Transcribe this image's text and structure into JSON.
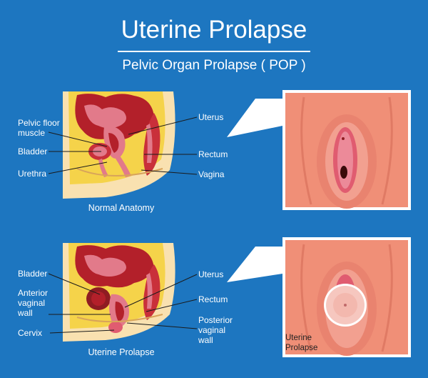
{
  "header": {
    "title": "Uterine Prolapse",
    "subtitle": "Pelvic Organ Prolapse ( POP )"
  },
  "normal": {
    "caption": "Normal Anatomy",
    "labels": {
      "pelvic_floor": "Pelvic floor",
      "muscle": "muscle",
      "bladder": "Bladder",
      "urethra": "Urethra",
      "uterus": "Uterus",
      "rectum": "Rectum",
      "vagina": "Vagina"
    }
  },
  "prolapse": {
    "caption": "Uterine Prolapse",
    "labels": {
      "bladder": "Bladder",
      "anterior_1": "Anterior",
      "anterior_2": "vaginal",
      "anterior_3": "wall",
      "cervix": "Cervix",
      "uterus": "Uterus",
      "rectum": "Rectum",
      "posterior_1": "Posterior",
      "posterior_2": "vaginal",
      "posterior_3": "wall"
    },
    "detail_label_1": "Uterine",
    "detail_label_2": "Prolapse"
  },
  "colors": {
    "background": "#1d76c0",
    "skin": "#f9e1b0",
    "fat": "#f5d34a",
    "muscle": "#b3202a",
    "pink": "#e27a8a",
    "detail_bg": "#f08f77"
  }
}
